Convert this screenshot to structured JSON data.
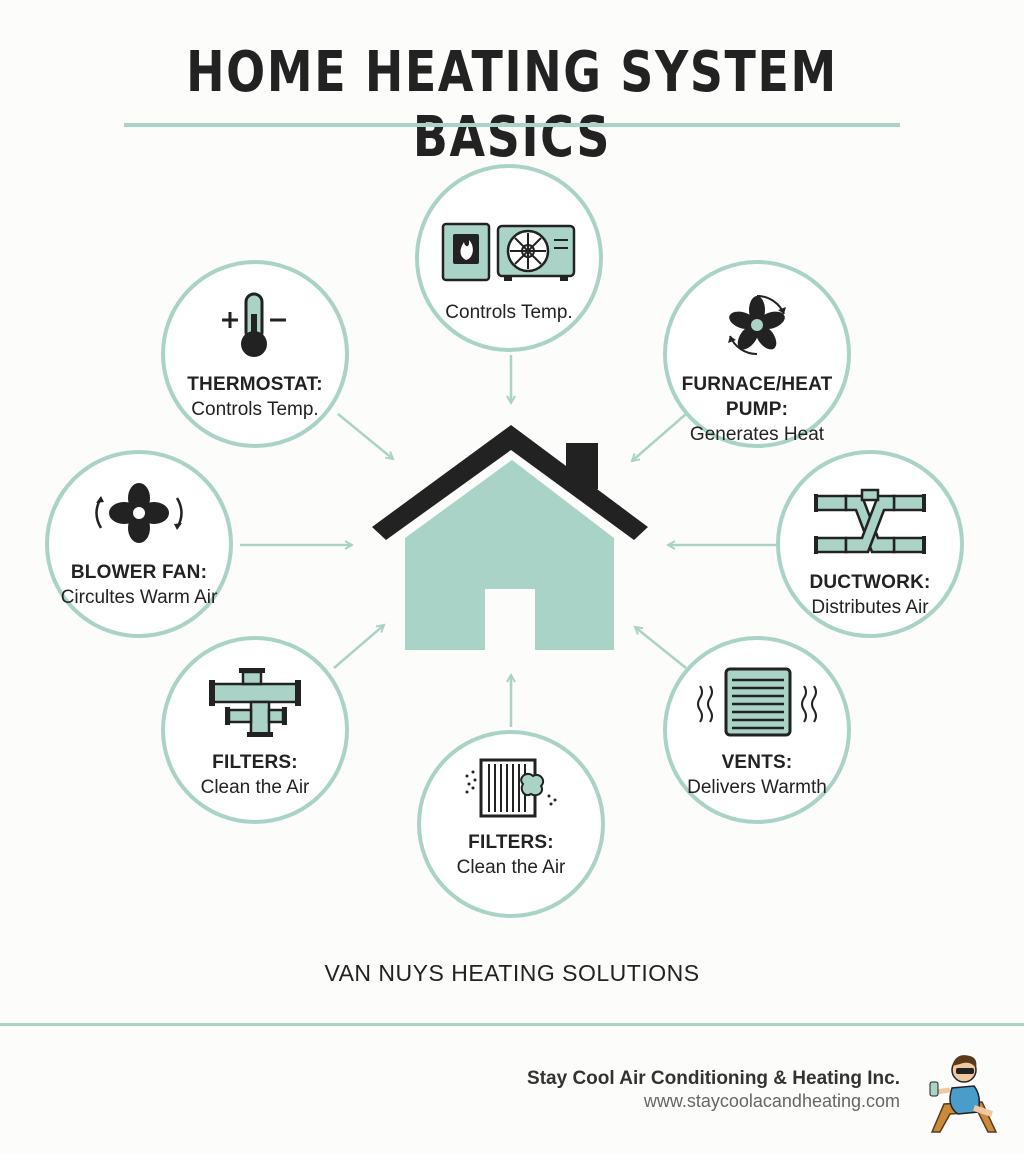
{
  "title": "HOME HEATING SYSTEM BASICS",
  "colors": {
    "accent": "#a9d3c6",
    "dark": "#222222",
    "house": "#a9d3c6"
  },
  "nodes": {
    "top": {
      "icon": "furnace-and-heat-pump-icon",
      "head": "",
      "desc": "Controls Temp."
    },
    "thermostat": {
      "icon": "thermostat-icon",
      "head": "THERMOSTAT:",
      "desc": "Controls Temp."
    },
    "furnace": {
      "icon": "fan-rotation-icon",
      "head": "FURNACE/HEAT PUMP:",
      "desc": "Generates Heat"
    },
    "blower": {
      "icon": "blower-fan-icon",
      "head": "BLOWER FAN:",
      "desc": "Circultes Warm Air"
    },
    "ductwork": {
      "icon": "ductwork-icon",
      "head": "DUCTWORK:",
      "desc": "Distributes Air"
    },
    "filters_left": {
      "icon": "pipe-filter-icon",
      "head": "FILTERS:",
      "desc": "Clean the Air"
    },
    "vents": {
      "icon": "vent-icon",
      "head": "VENTS:",
      "desc": "Delivers Warmth"
    },
    "filters_bottom": {
      "icon": "air-filter-icon",
      "head": "FILTERS:",
      "desc": "Clean the Air"
    }
  },
  "footer": {
    "title": "VAN NUYS HEATING SOLUTIONS",
    "company": "Stay Cool Air Conditioning & Heating Inc.",
    "url": "www.staycoolacandheating.com"
  }
}
